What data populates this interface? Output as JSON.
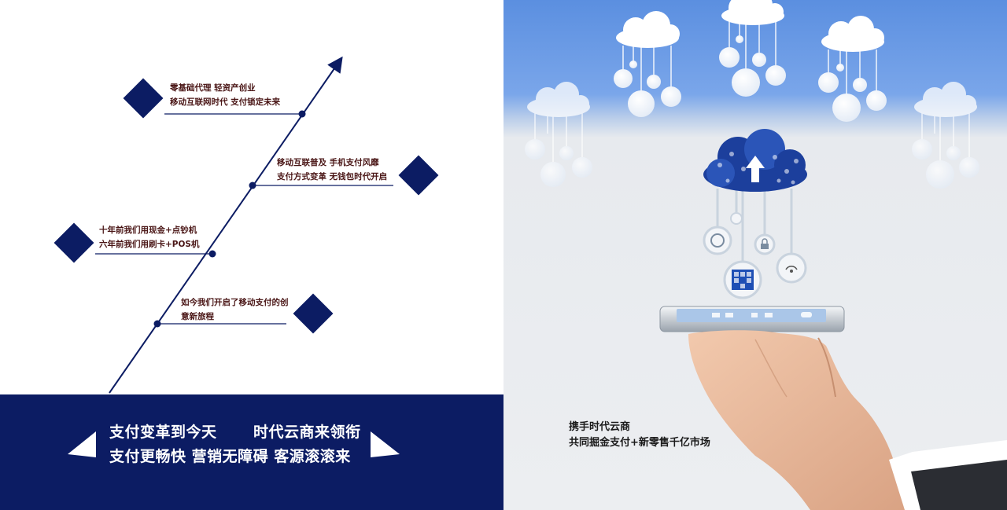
{
  "timeline": {
    "milestones": [
      {
        "line1": "零基础代理  轻资产创业",
        "line2": "移动互联网时代  支付锁定未来"
      },
      {
        "line1": "移动互联普及  手机支付风靡",
        "line2": "支付方式变革  无钱包时代开启"
      },
      {
        "line1": "十年前我们用现金+点钞机",
        "line2": "六年前我们用刷卡+POS机"
      },
      {
        "line1": "如今我们开启了移动支付的创",
        "line2": "意新旅程"
      }
    ]
  },
  "banner": {
    "line1_left": "支付变革到今天",
    "line1_right": "时代云商来领衔",
    "line2": "支付更畅快  营销无障碍  客源滚滚来"
  },
  "caption": {
    "line1": "携手时代云商",
    "line2": "共同掘金支付+新零售千亿市场"
  },
  "colors": {
    "navy": "#0c1c63",
    "text_dark_red": "#4a1616",
    "sky_blue": "#5b8fe0"
  }
}
